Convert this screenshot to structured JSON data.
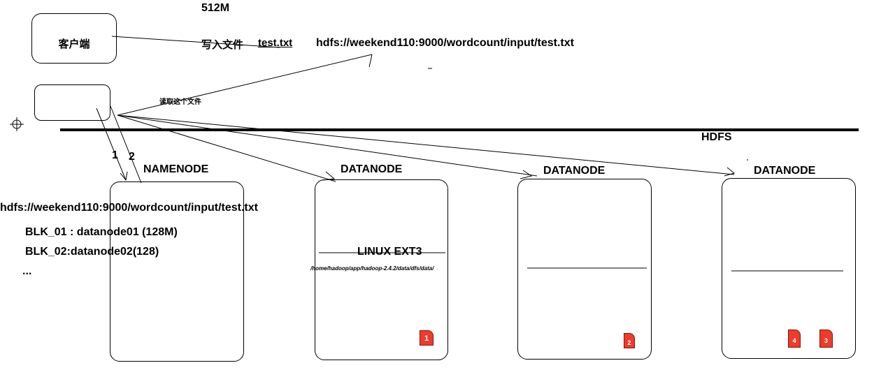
{
  "size_label": "512M",
  "client": {
    "label": "客户端"
  },
  "write": {
    "label": "写入文件",
    "file": "test.txt",
    "path": "hdfs://weekend110:9000/wordcount/input/test.txt"
  },
  "read_label": "读取这个文件",
  "hdfs_label": "HDFS",
  "arrow_labels": {
    "step1": "1",
    "step2": "2"
  },
  "namenode": {
    "title": "NAMENODE",
    "path": "hdfs://weekend110:9000/wordcount/input/test.txt",
    "blocks": [
      "BLK_01 : datanode01 (128M)",
      "BLK_02:datanode02(128)",
      "..."
    ]
  },
  "datanodes": [
    {
      "title": "DATANODE",
      "fs": "LINUX EXT3",
      "fs_path": "/home/hadoop/app/hadoop-2.4.2/data/dfs/data/",
      "blocks": [
        "1"
      ]
    },
    {
      "title": "DATANODE",
      "blocks": [
        "2"
      ]
    },
    {
      "title": "DATANODE",
      "blocks": [
        "4",
        "3"
      ]
    }
  ],
  "colors": {
    "block_fill": "#f03a2a",
    "line": "#000000"
  }
}
